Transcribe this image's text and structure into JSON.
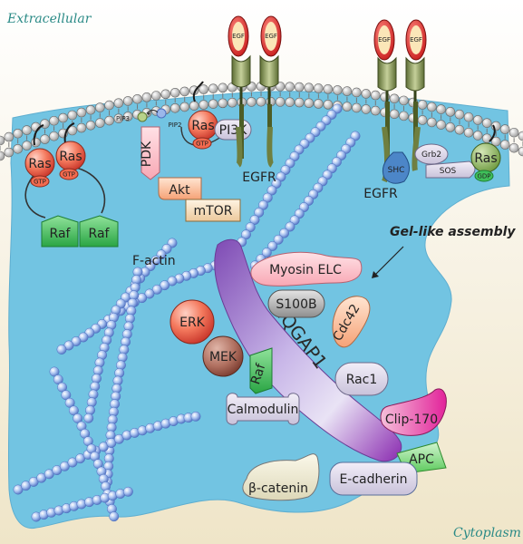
{
  "regions": {
    "extracellular": "Extracellular",
    "cytoplasm": "Cytoplasm"
  },
  "annotation": "Gel-like assembly",
  "labels": {
    "egf": "EGF",
    "egfr": "EGFR",
    "ras": "Ras",
    "gtp": "GTP",
    "gdp": "GDP",
    "raf": "Raf",
    "pdk": "PDK",
    "akt": "Akt",
    "mtor": "mTOR",
    "pi3k": "PI3K",
    "pip2": "PIP2",
    "pip3": "PIP3",
    "shc": "SHC",
    "grb2": "Grb2",
    "sos": "SOS",
    "factin": "F-actin",
    "iqgap1": "IQGAP1",
    "myosin_elc": "Myosin ELC",
    "s100b": "S100B",
    "cdc42": "Cdc42",
    "erk": "ERK",
    "mek": "MEK",
    "rac1": "Rac1",
    "calmodulin": "Calmodulin",
    "clip170": "Clip-170",
    "apc": "APC",
    "beta_catenin": "β-catenin",
    "e_cadherin": "E-cadherin"
  },
  "colors": {
    "cytoplasm_fill": "#72c4e2",
    "background_top": "#ffffff",
    "background_bottom": "#efe5c8",
    "membrane_head": "#cfcfcf",
    "ras": "#f26a4f",
    "raf": "#3fbf5a",
    "egf": "#e8322a",
    "egfr": "#7e8e4f",
    "iqgap1": "#8a57b8",
    "actin_bead": "#9bb7ea"
  }
}
